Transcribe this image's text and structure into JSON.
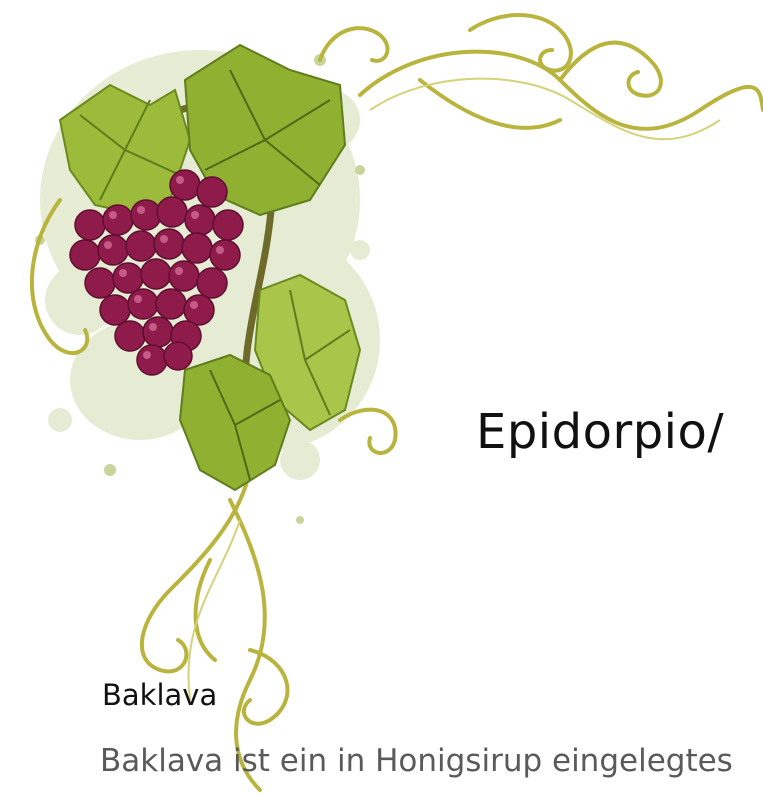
{
  "page": {
    "title": "Epidorpio/"
  },
  "menu": {
    "items": [
      {
        "name": "Baklava",
        "description": "Baklava ist ein in Honigsirup eingelegtes"
      }
    ]
  },
  "decoration": {
    "icon": "grapevine-corner-ornament",
    "colors": {
      "grape": "#8e1b4a",
      "grape_highlight": "#c94a7c",
      "leaf": "#8fb030",
      "leaf_dark": "#5f7d1c",
      "vine": "#b6b23c",
      "splatter": "#dfe6c4",
      "stem": "#6e6a2a"
    }
  }
}
